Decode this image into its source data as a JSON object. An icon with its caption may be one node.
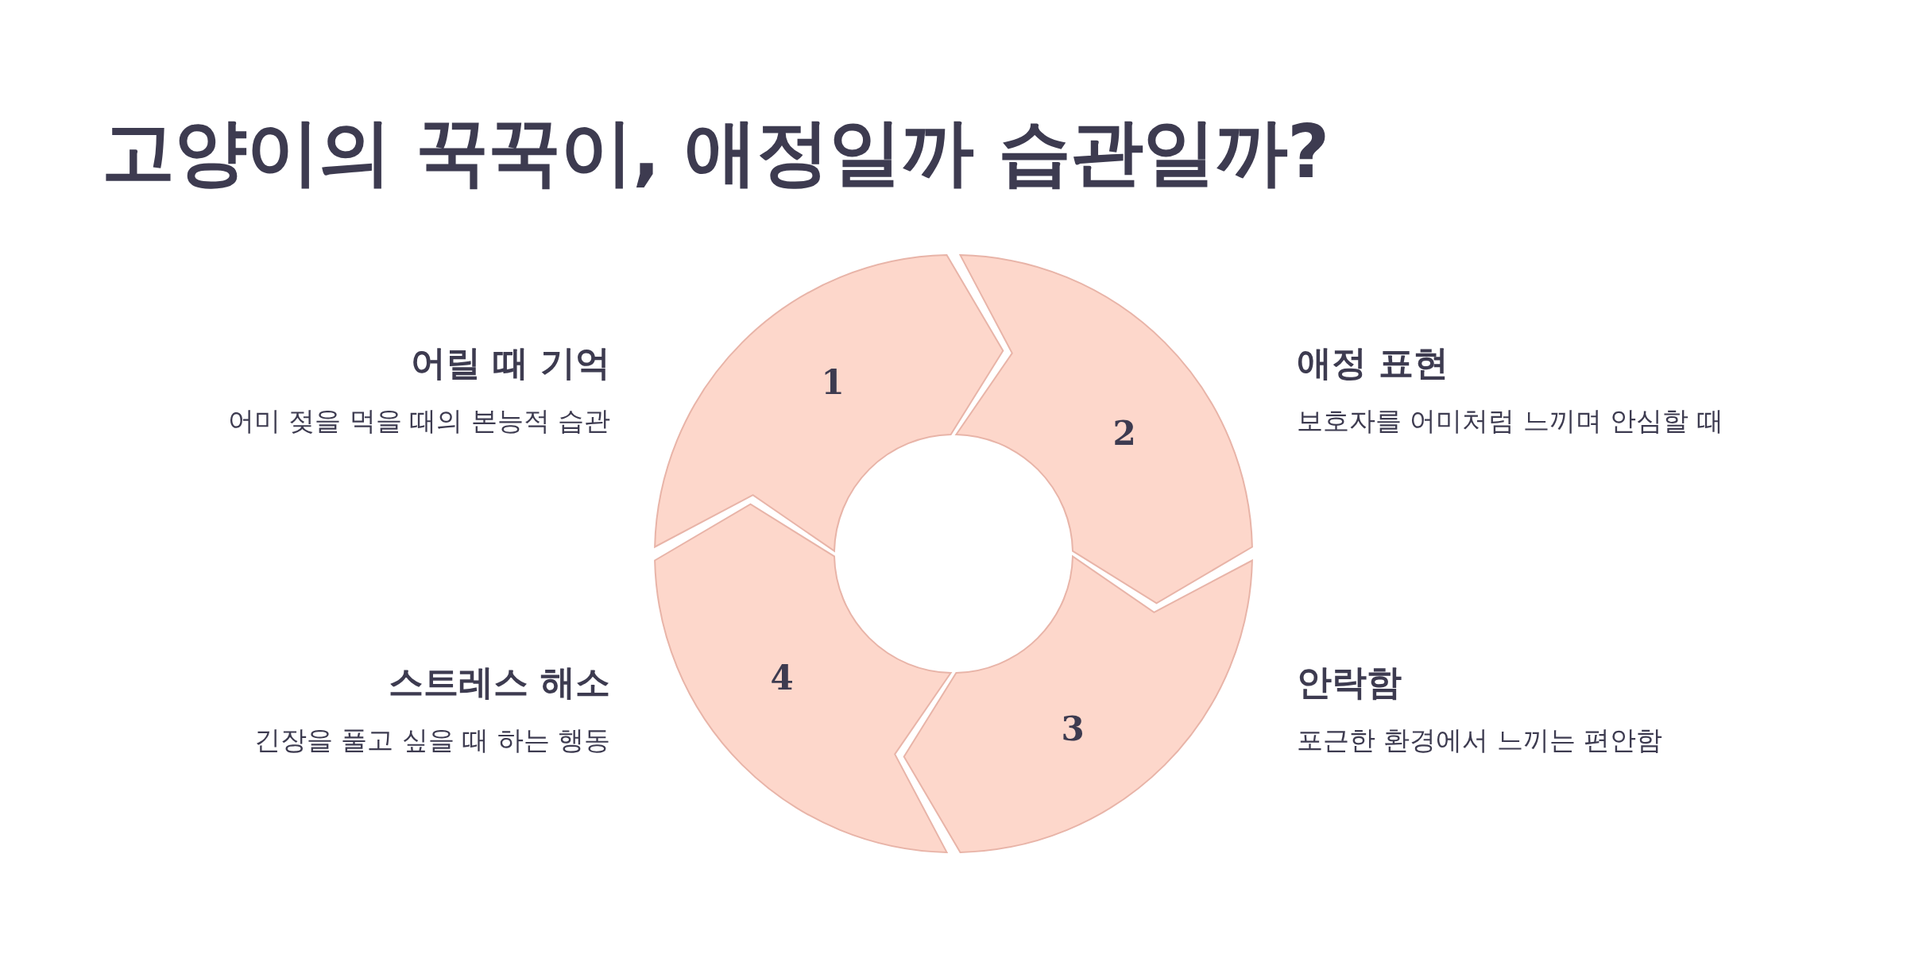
{
  "diagram": {
    "title": "고양이의 꾹꾹이, 애정일까 습관일까?",
    "nodes": [
      {
        "text": [
          "1"
        ],
        "beside": [
          "어릴 때 기억",
          "어미 젖을 먹을 때의 본능적 습관"
        ]
      },
      {
        "text": [
          "2"
        ],
        "beside": [
          "애정 표현",
          "보호자를 어미처럼 느끼며 안심할 때"
        ]
      },
      {
        "text": [
          "3"
        ],
        "beside": [
          "안락함",
          "포근한 환경에서 느끼는 편안함"
        ]
      },
      {
        "text": [
          "4"
        ],
        "beside": [
          "스트레스 해소",
          "긴장을 풀고 싶을 때 하는 행동"
        ]
      }
    ]
  }
}
